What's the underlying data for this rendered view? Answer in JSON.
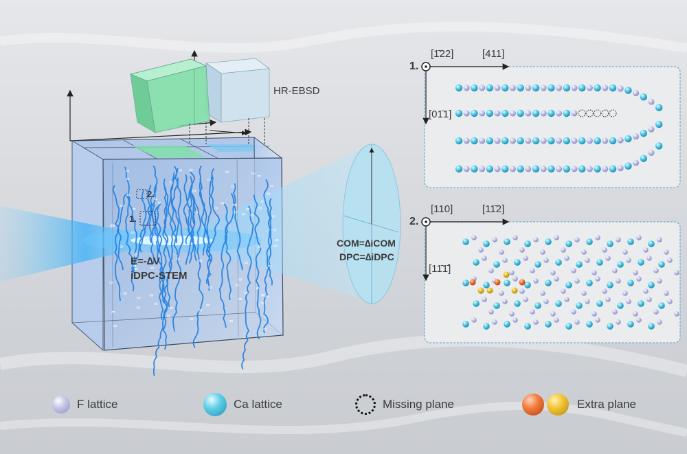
{
  "labels": {
    "hr_ebsd": "HR-EBSD",
    "region2": "2.",
    "region1": "1.",
    "field": "E=-∆V",
    "method": "iDPC-STEM",
    "com": "COM=∆iCOM",
    "dpc": "DPC=∆iDPC"
  },
  "panel1": {
    "number": "1.",
    "dir_top_left": "[1̄22]",
    "dir_top_right": "[411]",
    "dir_down": "[01̄1]"
  },
  "panel2": {
    "number": "2.",
    "dir_top_left": "[110]",
    "dir_top_right": "[11̄2]",
    "dir_down": "[11̄1̄]"
  },
  "legend": [
    {
      "label": "F lattice",
      "swatch": "f-lattice-ball"
    },
    {
      "label": "Ca lattice",
      "swatch": "ca-lattice-ball"
    },
    {
      "label": "Missing plane",
      "swatch": "dotted-circle"
    },
    {
      "label": "Extra plane",
      "swatch": "orange-yellow-balls"
    }
  ],
  "colors": {
    "f_atom": "#a9acd8",
    "ca_atom": "#4cc3df",
    "extra_orange": "#ee7436",
    "extra_yellow": "#efbf2c",
    "beam": "#2aa8ee",
    "dislocation": "#1e7fe0",
    "green_crystal": "#8fe3b4",
    "blue_crystal": "#cfe6f3"
  }
}
